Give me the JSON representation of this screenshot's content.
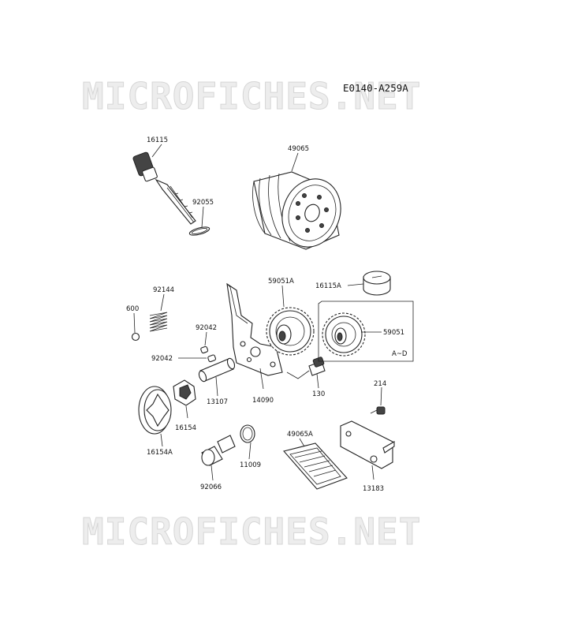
{
  "watermark": "MICROFICHES.NET",
  "diagram_ref": "E0140-A259A",
  "group_label": "A~D",
  "labels": {
    "p16115": "16115",
    "p92055": "92055",
    "p49065": "49065",
    "p92144": "92144",
    "p600": "600",
    "p92042a": "92042",
    "p92042b": "92042",
    "p59051A": "59051A",
    "p16115A": "16115A",
    "p59051": "59051",
    "p13107": "13107",
    "p14090": "14090",
    "p130": "130",
    "p214": "214",
    "p16154": "16154",
    "p16154A": "16154A",
    "p11009": "11009",
    "p49065A": "49065A",
    "p92066": "92066",
    "p13183": "13183"
  }
}
